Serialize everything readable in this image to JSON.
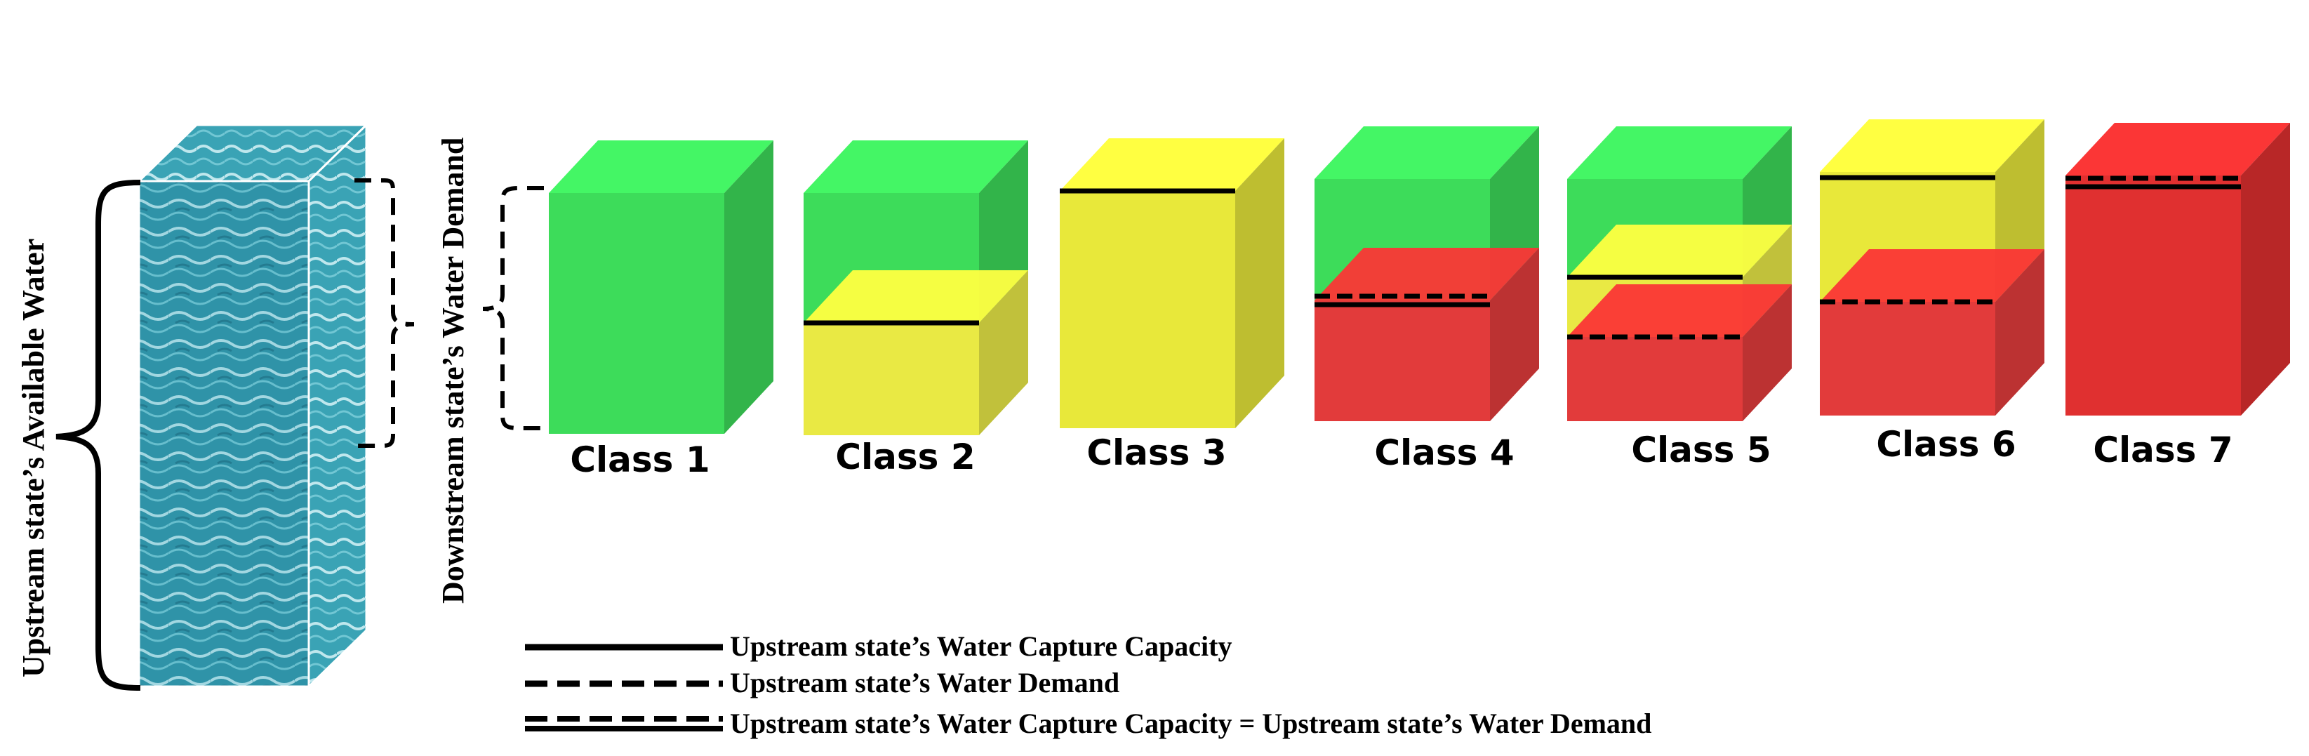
{
  "labels": {
    "upstream_available": "Upstream state’s Available Water",
    "downstream_demand": "Downstream state’s Water Demand"
  },
  "classes": [
    {
      "label": "Class 1",
      "layers": [
        "green"
      ],
      "lines": []
    },
    {
      "label": "Class 2",
      "layers": [
        "green",
        "yellow"
      ],
      "lines": [
        "solid"
      ]
    },
    {
      "label": "Class 3",
      "layers": [
        "yellow"
      ],
      "lines": [
        "solid"
      ]
    },
    {
      "label": "Class 4",
      "layers": [
        "green",
        "red"
      ],
      "lines": [
        "double"
      ]
    },
    {
      "label": "Class 5",
      "layers": [
        "green",
        "yellow",
        "red"
      ],
      "lines": [
        "solid",
        "dashed"
      ]
    },
    {
      "label": "Class 6",
      "layers": [
        "yellow",
        "red"
      ],
      "lines": [
        "solid",
        "dashed"
      ]
    },
    {
      "label": "Class 7",
      "layers": [
        "red"
      ],
      "lines": [
        "double"
      ]
    }
  ],
  "legend": [
    {
      "style": "solid",
      "text": "Upstream state’s Water Capture Capacity"
    },
    {
      "style": "dashed",
      "text": "Upstream state’s Water Demand"
    },
    {
      "style": "double",
      "text": "Upstream state’s Water Capture Capacity = Upstream state’s Water Demand"
    }
  ],
  "colors": {
    "green": "#3ddc5a",
    "yellow": "#e8e83a",
    "red": "#e03030",
    "water": "#3aa0b4"
  }
}
